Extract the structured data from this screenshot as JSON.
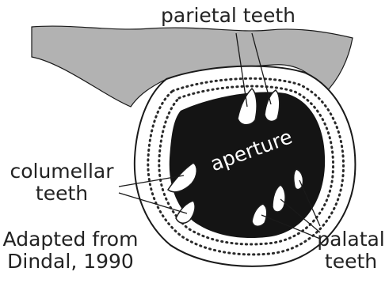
{
  "labels": {
    "parietal_teeth": "parietal teeth",
    "aperture": "aperture",
    "columellar_teeth_line1": "columellar",
    "columellar_teeth_line2": "teeth",
    "palatal_teeth_line1": "palatal",
    "palatal_teeth_line2": "teeth",
    "credit_line1": "Adapted from",
    "credit_line2": "Dindal, 1990"
  },
  "colors": {
    "shell_body": "#b2b2b2",
    "aperture": "#141414",
    "lip": "#ffffff",
    "outline": "#1a1a1a",
    "text": "#222222"
  }
}
